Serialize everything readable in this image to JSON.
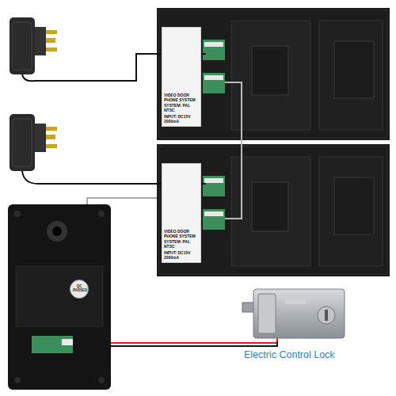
{
  "diagram": {
    "nodes": [
      {
        "text": [
          "VIDEO DOOR PHONE SYSTEM",
          "SYSTEM: PAL NTSC",
          "INPUT: DC15V 2000mA"
        ]
      },
      {
        "text": [
          "VIDEO DOOR PHONE SYSTEM",
          "SYSTEM: PAL NTSC",
          "INPUT: DC15V 2000mA"
        ]
      },
      {
        "text": [
          "QC PASSED"
        ]
      },
      {
        "text": [
          "Electric Control Lock"
        ]
      }
    ],
    "edges": [
      {
        "from": 0,
        "to": 1,
        "arrow": "none"
      },
      {
        "from": 2,
        "to": 1,
        "arrow": "none"
      },
      {
        "from": 2,
        "to": 3,
        "arrow": "none"
      }
    ]
  }
}
